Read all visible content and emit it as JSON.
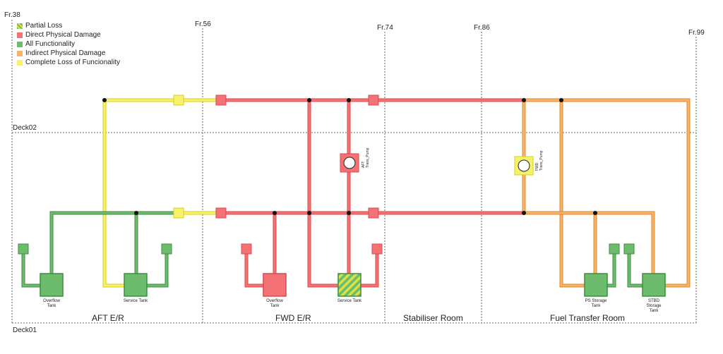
{
  "colors": {
    "direct": "#f47174",
    "direct_dark": "#d84a4e",
    "all": "#6dbb6d",
    "all_dark": "#3d8f3d",
    "indirect": "#f5b36b",
    "indirect_dark": "#e08a2a",
    "complete": "#f6f26b",
    "complete_dark": "#d8cf1e",
    "partial_a": "#c8dc45",
    "partial_b": "#6dbb6d",
    "grid": "#666666"
  },
  "legend": [
    {
      "label": "Partial Loss",
      "color": "partial"
    },
    {
      "label": "Direct Physical Damage",
      "color": "direct"
    },
    {
      "label": "All Functionality",
      "color": "all"
    },
    {
      "label": "Indirect Physical Damage",
      "color": "indirect"
    },
    {
      "label": "Complete Loss of Funcionality",
      "color": "complete"
    }
  ],
  "frames": [
    "Fr.38",
    "Fr.56",
    "Fr.74",
    "Fr.86",
    "Fr.99"
  ],
  "decks": [
    "Deck02",
    "Deck01"
  ],
  "rooms": [
    "AFT E/R",
    "FWD E/R",
    "Stabiliser Room",
    "Fuel Transfer Room"
  ],
  "tanks": {
    "aft_overflow": "Overflow\nTank",
    "aft_service": "Service Tank",
    "fwd_overflow": "Overflow\nTank",
    "fwd_service": "Service Tank",
    "ps_storage": "PS Storage\nTank",
    "stbd_storage": "STBD\nStorage\nTank"
  },
  "pumps": {
    "aft": "AFT\nTrans_Pump",
    "fwd": "FWD\nTrans_Pump"
  }
}
